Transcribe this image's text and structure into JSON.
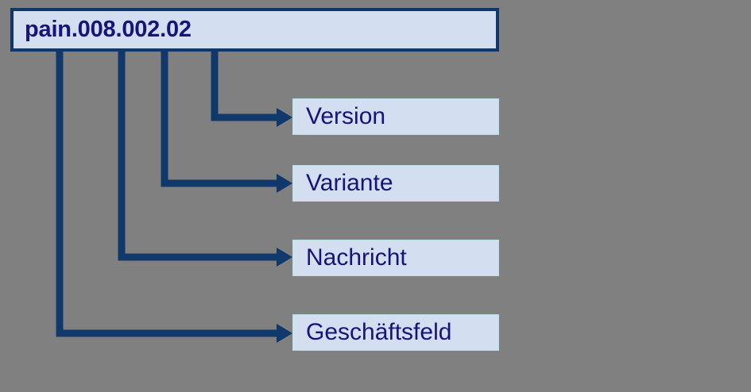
{
  "diagram": {
    "title": "pain.008.002.02",
    "type": "tree-breakdown",
    "background_color": "#808080",
    "box_fill_color": "#d3dff0",
    "line_color": "#11386b",
    "text_color": "#14147a",
    "root": {
      "label": "pain.008.002.02"
    },
    "branches": [
      {
        "label": "Version",
        "connector": "arrow-right"
      },
      {
        "label": "Variante",
        "connector": "arrow-right"
      },
      {
        "label": "Nachricht",
        "connector": "arrow-right"
      },
      {
        "label": "Geschäftsfeld",
        "connector": "arrow-right"
      }
    ]
  }
}
